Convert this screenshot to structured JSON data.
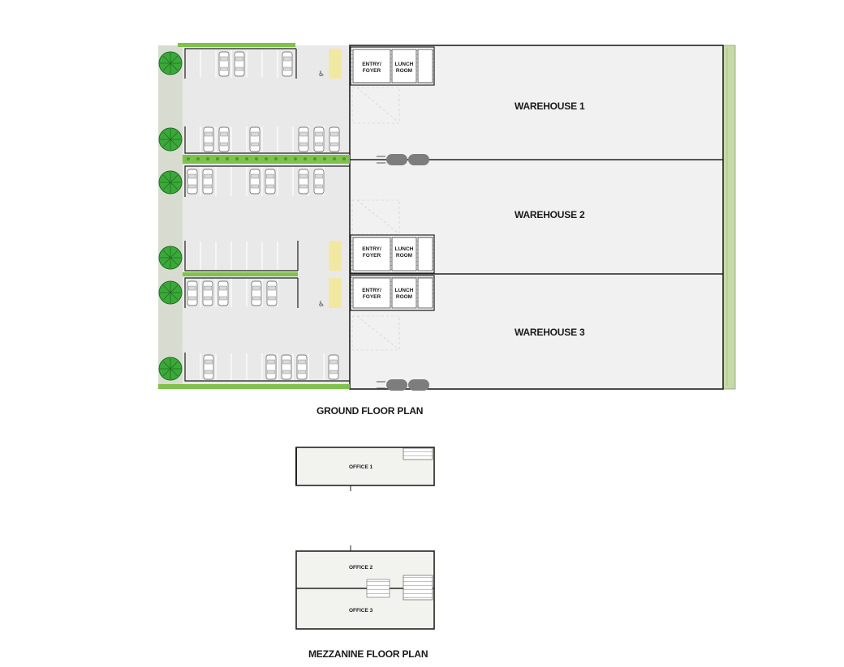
{
  "ground_floor": {
    "caption": "GROUND FLOOR PLAN",
    "warehouses": [
      "WAREHOUSE 1",
      "WAREHOUSE 2",
      "WAREHOUSE 3"
    ],
    "rooms": {
      "entry_1": "ENTRY/",
      "entry_2": "FOYER",
      "lunch_1": "LUNCH",
      "lunch_2": "ROOM"
    },
    "colors": {
      "landscape": "#7ec24a",
      "paving": "#e9e9e9",
      "warehouse_floor": "#f1f1f1",
      "loading_zone": "#f1e9a0",
      "verge": "#c6d9a8"
    }
  },
  "mezzanine_floor": {
    "caption": "MEZZANINE FLOOR PLAN",
    "offices": [
      "OFFICE 1",
      "OFFICE 2",
      "OFFICE 3"
    ]
  },
  "icons": [
    "tree-icon",
    "car-icon",
    "accessible-parking-icon",
    "forklift-icon"
  ]
}
